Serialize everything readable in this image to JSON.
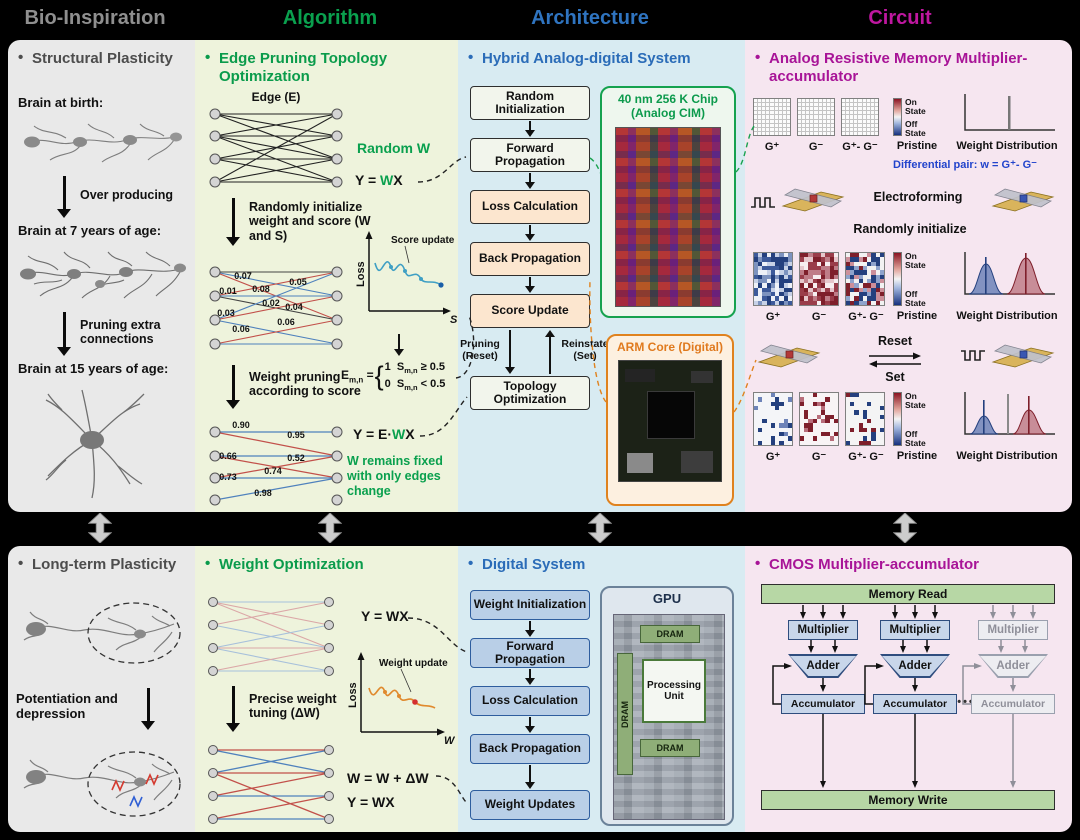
{
  "header": {
    "bio": "Bio-Inspiration",
    "algorithm": "Algorithm",
    "architecture": "Architecture",
    "circuit": "Circuit"
  },
  "top": {
    "bio": {
      "title": "Structural Plasticity",
      "stage1": "Brain at birth:",
      "arrow1": "Over producing",
      "stage2": "Brain at 7 years of age:",
      "arrow2": "Pruning extra connections",
      "stage3": "Brain at 15 years of age:"
    },
    "algorithm": {
      "title": "Edge Pruning Topology Optimization",
      "edge_label": "Edge (E)",
      "random_w": "Random W",
      "eq_forward": {
        "pre": "Y = ",
        "w": "W",
        "post": "X"
      },
      "step1": "Randomly initialize weight and score (W and S)",
      "weights1": [
        "0.07",
        "0.01",
        "0.08",
        "0.05",
        "0.02",
        "0.04",
        "0.03",
        "0.06",
        "0.06"
      ],
      "plot": {
        "ylabel": "Loss",
        "xlabel": "S",
        "annotation": "Score update"
      },
      "eq_score": {
        "lhs": "E",
        "lhs_sub": "m,n",
        "equals": "=",
        "brace": "{",
        "c1": "1",
        "s": "S",
        "sub": "m,n",
        "c1_cond": "≥ 0.5",
        "c2": "0",
        "c2_cond": "< 0.5"
      },
      "step2": "Weight pruning according to score",
      "weights2": [
        "0.90",
        "0.95",
        "0.66",
        "0.52",
        "0.73",
        "0.74",
        "0.98"
      ],
      "eq_prune": {
        "pre": "Y = E·",
        "w": "W",
        "post": "X"
      },
      "note": "W remains fixed with only edges change"
    },
    "architecture": {
      "title": "Hybrid Analog-digital System",
      "flow": [
        "Random Initialization",
        "Forward Propagation",
        "Loss Calculation",
        "Back Propagation",
        "Score Update",
        "Topology Optimization"
      ],
      "prune": "Pruning (Reset)",
      "reinstate": "Reinstate (Set)",
      "chip_label": "40 nm 256 K Chip (Analog CIM)",
      "arm_label": "ARM Core (Digital)"
    },
    "circuit": {
      "title": "Analog Resistive Memory Multiplier-accumulator",
      "g_plus": "G⁺",
      "g_minus": "G⁻",
      "g_diff": "G⁺- G⁻",
      "pristine": "Pristine",
      "on_state": "On State",
      "off_state": "Off State",
      "weight_dist": "Weight Distribution",
      "diff_pair": "Differential pair: w = G⁺- G⁻",
      "electroforming": "Electroforming",
      "random_init": "Randomly initialize",
      "reset": "Reset",
      "set": "Set"
    }
  },
  "bottom": {
    "bio": {
      "title": "Long-term Plasticity",
      "pot": "Potentiation and depression"
    },
    "algorithm": {
      "title": "Weight Optimization",
      "eq1": "Y = WX",
      "step1": "Precise weight tuning (ΔW)",
      "plot": {
        "ylabel": "Loss",
        "xlabel": "W",
        "annotation": "Weight update"
      },
      "eq2": "W = W + ΔW",
      "eq3": "Y = WX"
    },
    "architecture": {
      "title": "Digital System",
      "flow": [
        "Weight Initialization",
        "Forward Propagation",
        "Loss Calculation",
        "Back Propagation",
        "Weight Updates"
      ],
      "gpu": "GPU",
      "dram": "DRAM",
      "processing_unit": "Processing Unit"
    },
    "circuit": {
      "title": "CMOS Multiplier-accumulator",
      "memory_read": "Memory Read",
      "multiplier": "Multiplier",
      "adder": "Adder",
      "accumulator": "Accumulator",
      "memory_write": "Memory Write",
      "dots": "•••"
    }
  },
  "colors": {
    "bio_header": "#8f8f8f",
    "algorithm_green": "#0aa04e",
    "architecture_blue": "#2f74c0",
    "circuit_magenta": "#bf17a0",
    "chip_green": "#15a24f",
    "arm_orange": "#e0821e",
    "panel_gray": "#e9e9e9",
    "panel_green": "#eef3dc",
    "panel_blue": "#d8ebf2",
    "panel_pink": "#f6e6f0"
  }
}
